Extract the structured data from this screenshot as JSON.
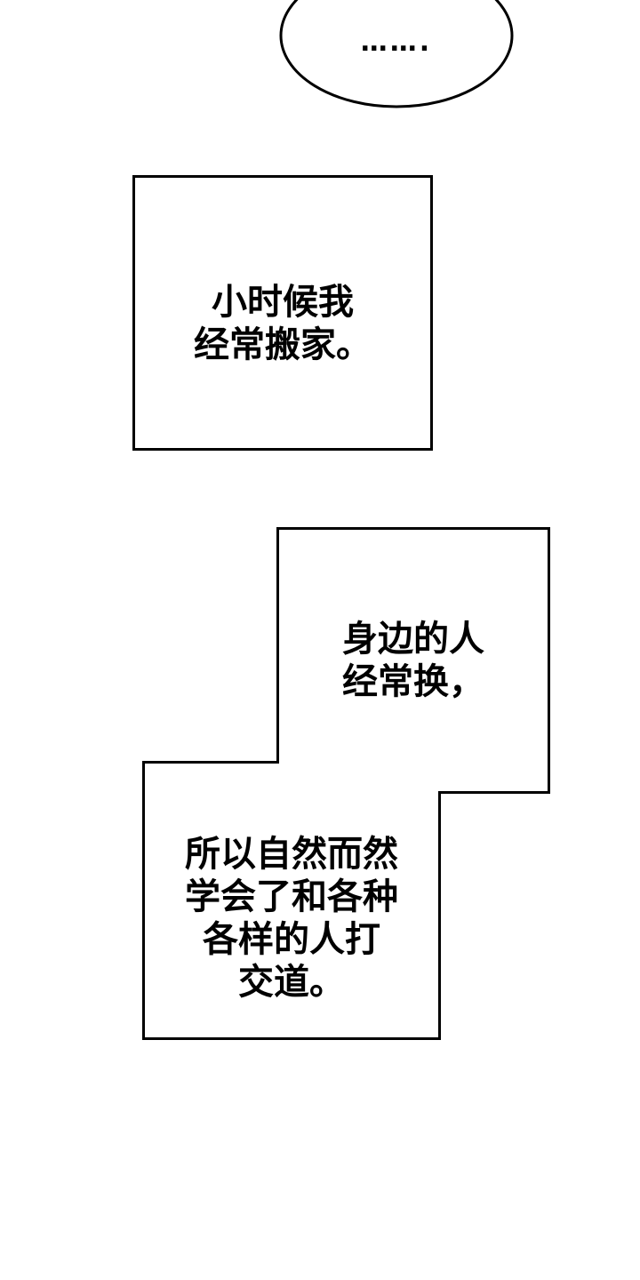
{
  "page": {
    "background_color": "#ffffff",
    "ink_color": "#000000"
  },
  "speech": {
    "ellipsis_bubble": {
      "text": "……."
    },
    "panel_childhood": {
      "lines": [
        "小时候我",
        "经常搬家。"
      ]
    },
    "panel_people": {
      "lines": [
        "身边的人",
        "经常换，"
      ]
    },
    "panel_learned": {
      "lines": [
        "所以自然而然",
        "学会了和各种",
        "各样的人打",
        "交道。"
      ]
    }
  }
}
